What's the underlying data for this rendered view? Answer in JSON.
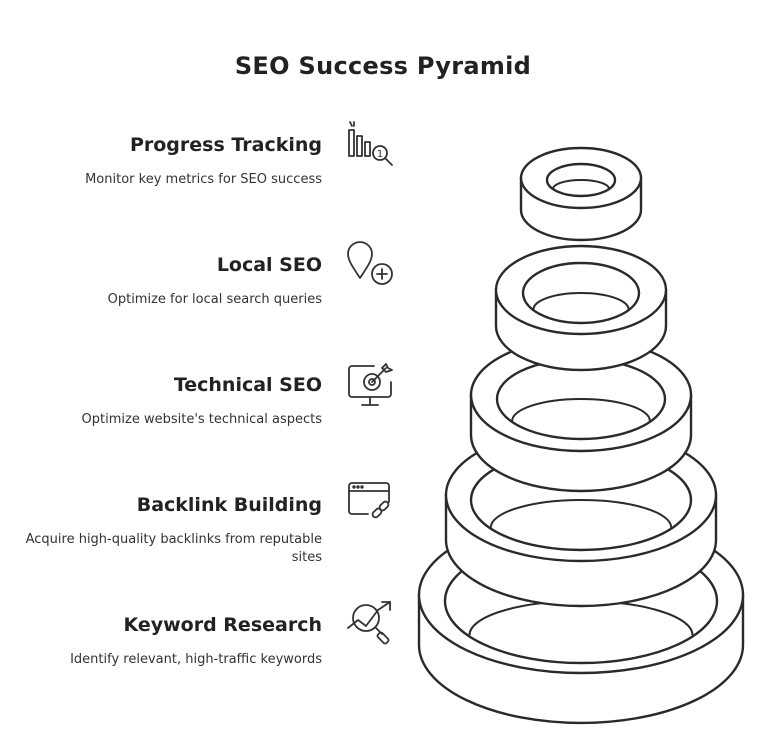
{
  "title": "SEO Success Pyramid",
  "levels": [
    {
      "heading": "Progress Tracking",
      "description": "Monitor key metrics for SEO success",
      "icon": "chart-magnifier-icon"
    },
    {
      "heading": "Local SEO",
      "description": "Optimize for local search queries",
      "icon": "location-pin-plus-icon"
    },
    {
      "heading": "Technical SEO",
      "description": "Optimize website's technical aspects",
      "icon": "monitor-target-icon"
    },
    {
      "heading": "Backlink Building",
      "description": "Acquire high-quality backlinks from reputable sites",
      "icon": "browser-link-icon"
    },
    {
      "heading": "Keyword Research",
      "description": "Identify relevant, high-traffic keywords",
      "icon": "search-trend-icon"
    }
  ]
}
